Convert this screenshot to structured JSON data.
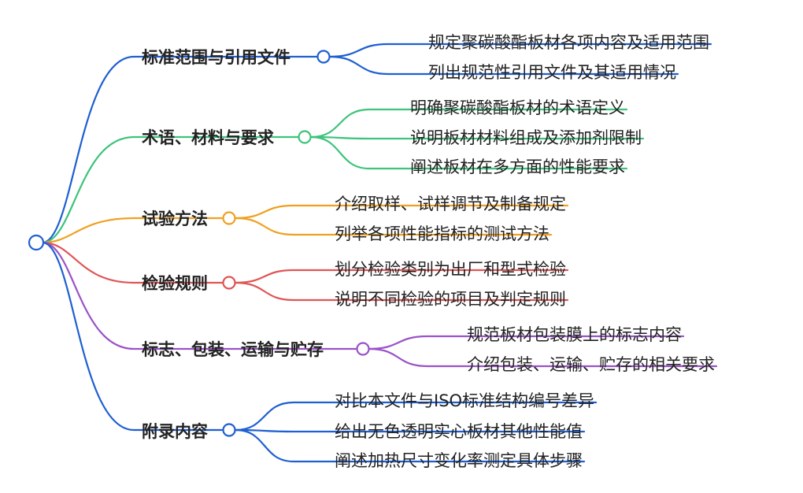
{
  "mindmap": {
    "root": "",
    "branches": [
      {
        "label": "标准范围与引用文件",
        "color": "#1f5fd1",
        "children": [
          "规定聚碳酸酯板材各项内容及适用范围",
          "列出规范性引用文件及其适用情况"
        ]
      },
      {
        "label": "术语、材料与要求",
        "color": "#3cc47a",
        "children": [
          "明确聚碳酸酯板材的术语定义",
          "说明板材材料组成及添加剂限制",
          "阐述板材在多方面的性能要求"
        ]
      },
      {
        "label": "试验方法",
        "color": "#f0a020",
        "children": [
          "介绍取样、试样调节及制备规定",
          "列举各项性能指标的测试方法"
        ]
      },
      {
        "label": "检验规则",
        "color": "#e05555",
        "children": [
          "划分检验类别为出厂和型式检验",
          "说明不同检验的项目及判定规则"
        ]
      },
      {
        "label": "标志、包装、运输与贮存",
        "color": "#9a52c8",
        "children": [
          "规范板材包装膜上的标志内容",
          "介绍包装、运输、贮存的相关要求"
        ]
      },
      {
        "label": "附录内容",
        "color": "#1f5fd1",
        "children": [
          "对比本文件与ISO标准结构编号差异",
          "给出无色透明实心板材其他性能值",
          "阐述加热尺寸变化率测定具体步骤"
        ]
      }
    ]
  }
}
